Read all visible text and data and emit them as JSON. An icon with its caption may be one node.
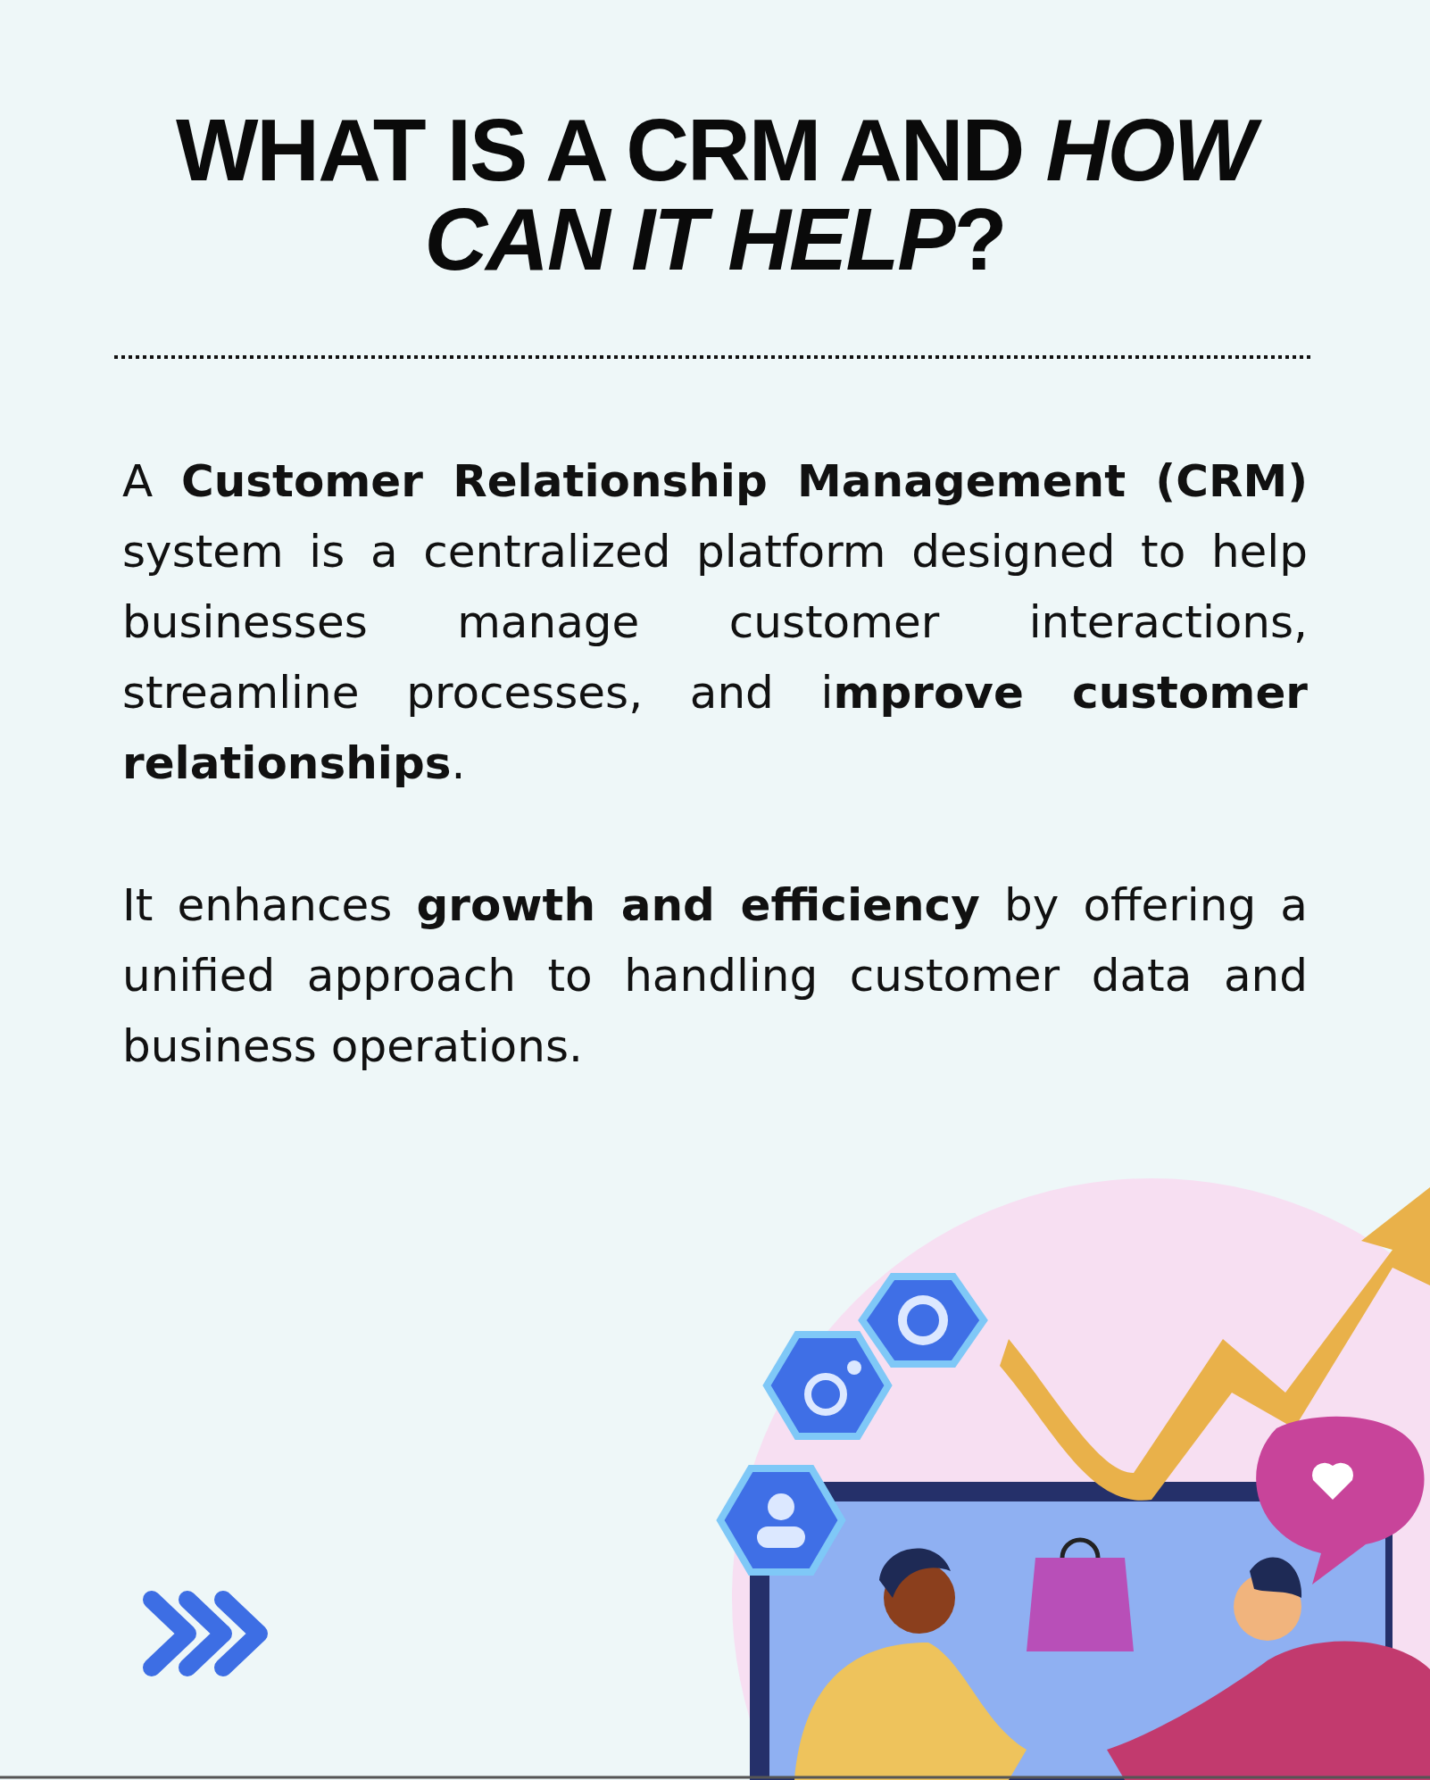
{
  "diagram": {
    "title": "WHAT IS A CRM AND *HOW CAN IT HELP*?",
    "labels": [
      "A **Customer Relationship Management (CRM)** system is a centralized platform designed to help businesses manage customer interactions, streamline processes, and i**mprove customer relationships**.",
      "It enhances **growth and efficiency** by offering a unified approach to handling customer data and business operations."
    ]
  }
}
